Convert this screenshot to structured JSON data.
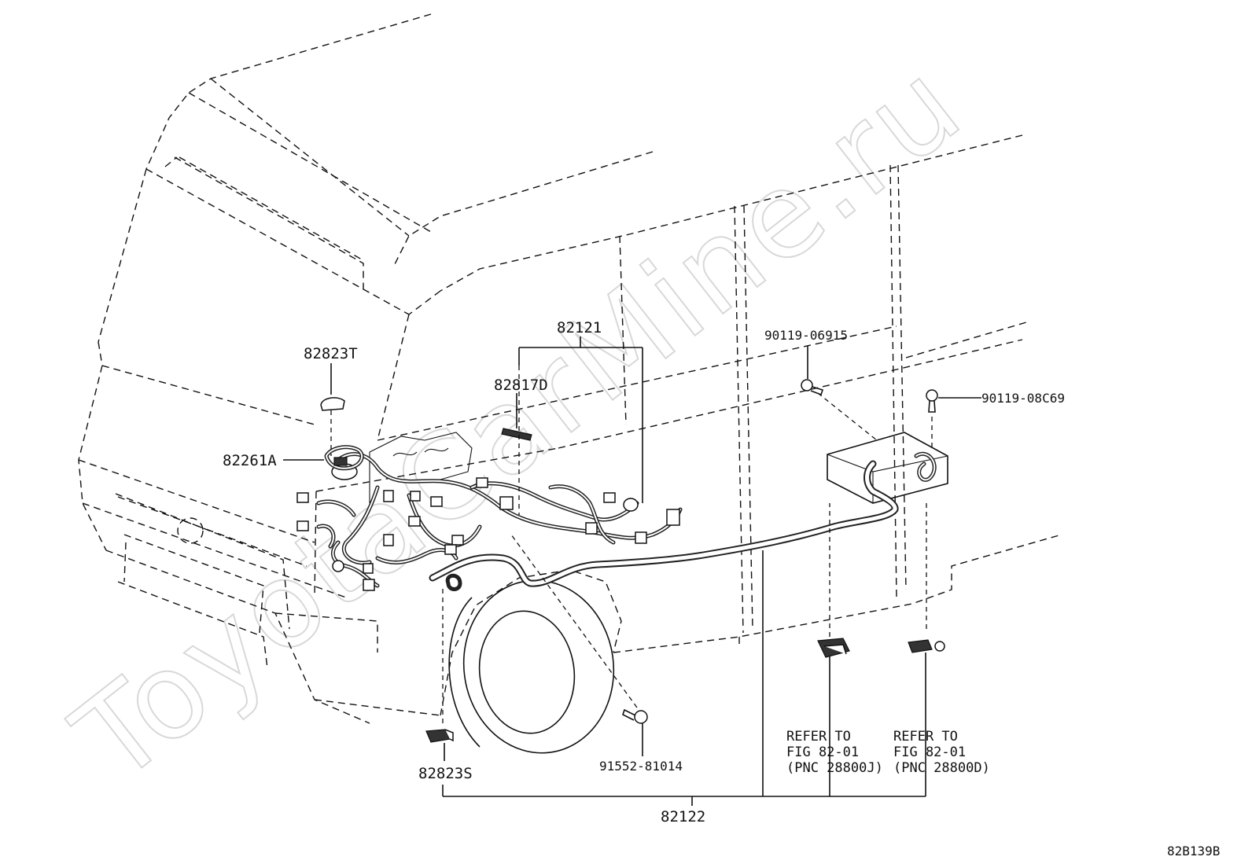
{
  "watermark": "ToyotaCarMine.ru",
  "figure_code": "82B139B",
  "labels": {
    "p82121": "82121",
    "p82817D": "82817D",
    "p82823T": "82823T",
    "p82261A": "82261A",
    "p90119_06915": "90119-06915",
    "p90119_08C69": "90119-08C69",
    "p82823S": "82823S",
    "p91552_81014": "91552-81014",
    "p82122": "82122"
  },
  "refs": [
    {
      "line1": "REFER TO",
      "line2": "FIG 82-01",
      "line3": "(PNC 28800J)"
    },
    {
      "line1": "REFER TO",
      "line2": "FIG 82-01",
      "line3": "(PNC 28800D)"
    }
  ]
}
